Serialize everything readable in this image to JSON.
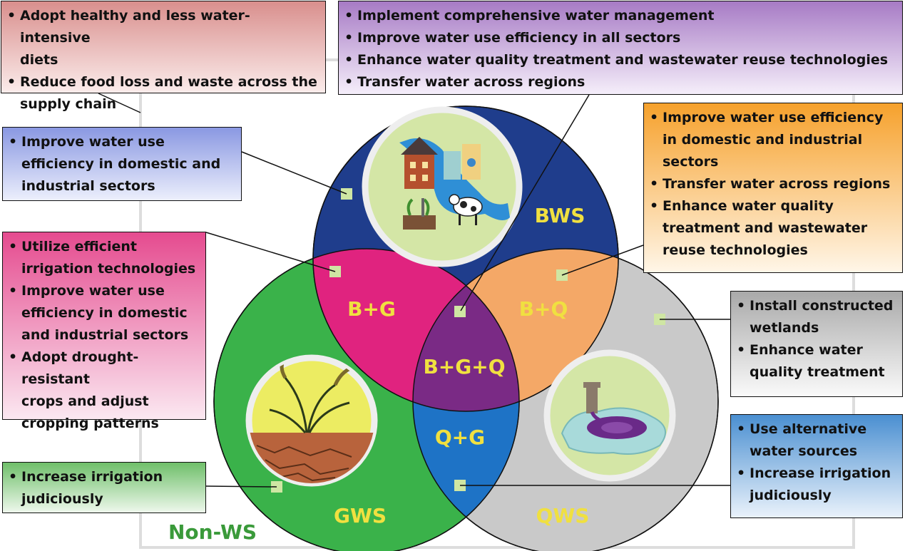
{
  "colors": {
    "bws": "#1f3d8c",
    "gws": "#3ab24a",
    "qws": "#c9c9c9",
    "bg": "#e0237f",
    "bq": "#f4a867",
    "qg": "#1e73c6",
    "bgq": "#7a2a85",
    "label_yellow": "#f0e040",
    "marker": "#cfe6a3",
    "nonws_green": "#3a9a3a",
    "frame": "#dddddd"
  },
  "circles": {
    "bws": "BWS",
    "gws": "GWS",
    "qws": "QWS",
    "bg": "B+G",
    "bq": "B+Q",
    "qg": "Q+G",
    "bgq": "B+G+Q",
    "non_ws": "Non-WS"
  },
  "icons": {
    "bws_illustration": "house-factory-river-cow-icon",
    "gws_illustration": "drought-crop-cracked-soil-icon",
    "qws_illustration": "polluted-water-pipe-icon"
  },
  "boxes": {
    "diet": [
      [
        "Adopt healthy and less water-intensive",
        "diets"
      ],
      [
        "Reduce food loss and waste across the",
        "supply chain"
      ]
    ],
    "all": [
      [
        "Implement comprehensive water management"
      ],
      [
        "Improve water use efficiency in all sectors"
      ],
      [
        "Enhance water quality treatment and wastewater reuse technologies"
      ],
      [
        "Transfer water across regions"
      ]
    ],
    "bws": [
      [
        "Improve water use",
        "efficiency in domestic and",
        "industrial sectors"
      ]
    ],
    "bq": [
      [
        "Improve water use efficiency",
        "in domestic and industrial",
        "sectors"
      ],
      [
        "Transfer water across regions"
      ],
      [
        "Enhance water quality",
        "treatment and wastewater",
        "reuse technologies"
      ]
    ],
    "bg": [
      [
        "Utilize efficient",
        "irrigation technologies"
      ],
      [
        "Improve water use",
        "efficiency in domestic",
        "and industrial sectors"
      ],
      [
        "Adopt drought-resistant",
        "crops and adjust",
        "cropping patterns"
      ]
    ],
    "qws": [
      [
        "Install constructed",
        "wetlands"
      ],
      [
        "Enhance water",
        "quality treatment"
      ]
    ],
    "qg": [
      [
        "Use alternative",
        "water sources"
      ],
      [
        "Increase irrigation",
        "judiciously"
      ]
    ],
    "gws": [
      [
        "Increase irrigation",
        "judiciously"
      ]
    ]
  }
}
